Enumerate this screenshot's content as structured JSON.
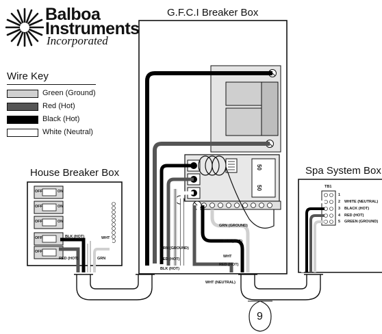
{
  "brand": {
    "line1": "Balboa",
    "line2": "Instruments",
    "line3": "Incorporated"
  },
  "wire_key": {
    "title": "Wire Key",
    "entries": [
      {
        "label": "Green (Ground)",
        "color": "#d0d0d0"
      },
      {
        "label": "Red (Hot)",
        "color": "#555555"
      },
      {
        "label": "Black (Hot)",
        "color": "#000000"
      },
      {
        "label": "White (Neutral)",
        "color": "#ffffff"
      }
    ]
  },
  "gfci_box": {
    "title": "G.F.C.I Breaker Box",
    "breaker_ratings": [
      "50",
      "50"
    ],
    "labels": {
      "grn_ground_right": "GRN (GROUND)",
      "blk_hot_right": "BLK (HOT)",
      "wht_right": "WHT",
      "red_hot_right": "RED (HOT)",
      "grn_ground_left": "GRN (GROUND)",
      "red_hot_left": "RED (HOT)",
      "blk_hot_left": "BLK (HOT)",
      "wht_neutral": "WHT (NEUTRAL)"
    }
  },
  "house_box": {
    "title": "House Breaker Box",
    "switch_off": "OFF",
    "switch_on": "ON",
    "labels": {
      "blk_hot": "BLK (HOT)",
      "wht": "WHT",
      "red_hot": "RED (HOT)",
      "grn": "GRN"
    }
  },
  "spa_box": {
    "title": "Spa System Box",
    "terminal_block": "TB1",
    "terminals": [
      {
        "num": "1",
        "label": ""
      },
      {
        "num": "2",
        "label": "WHITE (NEUTRAL)"
      },
      {
        "num": "3",
        "label": "BLACK (HOT)"
      },
      {
        "num": "4",
        "label": "RED (HOT)"
      },
      {
        "num": "5",
        "label": "GREEN (GROUND)"
      }
    ]
  },
  "callout": "9",
  "colors": {
    "ground": "#d0d0d0",
    "red_hot": "#555555",
    "black_hot": "#000000",
    "neutral": "#ffffff",
    "outline": "#111111",
    "panel_gray": "#dcdcdc"
  }
}
